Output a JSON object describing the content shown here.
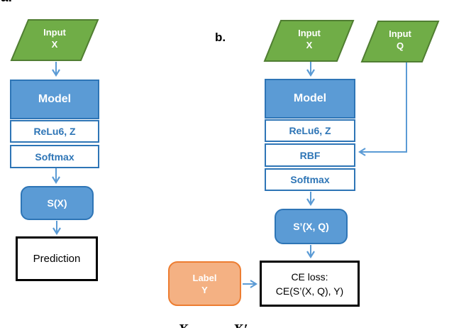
{
  "figure": {
    "label_a": "a.",
    "label_b": "b.",
    "caption_fragment": "X → X′"
  },
  "colors": {
    "green_fill": "#70ad47",
    "green_border": "#507e32",
    "blue_fill": "#5b9bd5",
    "blue_border": "#2e75b6",
    "blue_text": "#2e75b6",
    "orange_fill": "#f4b183",
    "orange_border": "#ed7d31",
    "arrow": "#5b9bd5",
    "black_border": "#000000"
  },
  "diagram_a": {
    "input_x": {
      "line1": "Input",
      "line2": "X"
    },
    "model": "Model",
    "relu_row": "ReLu6, Z",
    "softmax_row": "Softmax",
    "score": "S(X)",
    "prediction": "Prediction"
  },
  "diagram_b": {
    "input_x": {
      "line1": "Input",
      "line2": "X"
    },
    "input_q": {
      "line1": "Input",
      "line2": "Q"
    },
    "model": "Model",
    "relu_row": "ReLu6, Z",
    "rbf_row": "RBF",
    "softmax_row": "Softmax",
    "score": "S’(X, Q)",
    "ce_loss": {
      "line1": "CE loss:",
      "line2": "CE(S’(X, Q), Y)"
    },
    "label_y": {
      "line1": "Label",
      "line2": "Y"
    }
  }
}
